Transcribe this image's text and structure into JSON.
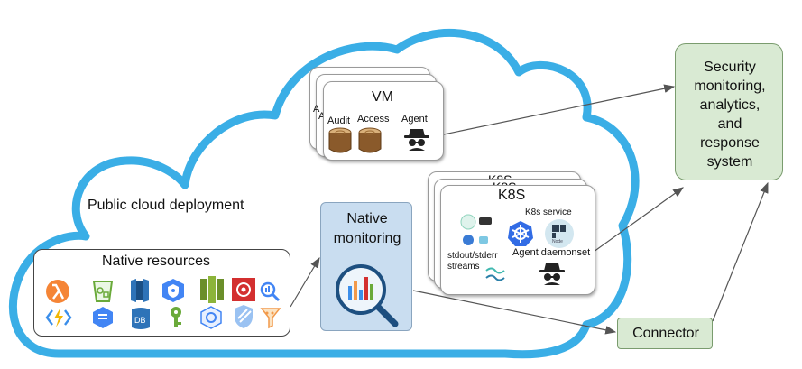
{
  "cloud": {
    "label": "Public cloud deployment"
  },
  "vm": {
    "title": "VM",
    "stack_letters": [
      "A",
      "A"
    ],
    "audit_label": "Audit",
    "access_label": "Access",
    "agent_label": "Agent"
  },
  "k8s": {
    "title": "K8S",
    "stack_titles": [
      "K8S",
      "K8S"
    ],
    "service_label": "K8s service",
    "streams_label_1": "stdout/stderr",
    "streams_label_2": "streams",
    "daemonset_label": "Agent daemonset",
    "node_label": "Node"
  },
  "native_resources": {
    "title": "Native resources"
  },
  "native_monitoring": {
    "title_line1": "Native",
    "title_line2": "monitoring"
  },
  "security": {
    "lines": [
      "Security",
      "monitoring,",
      "analytics,",
      "and",
      "response",
      "system"
    ]
  },
  "connector": {
    "label": "Connector"
  },
  "colors": {
    "cloud_stroke": "#3aaee6",
    "native_monitoring_fill": "#c9ddf0",
    "security_fill": "#d9ead3",
    "connector_fill": "#d9ead3",
    "arrow": "#555555"
  }
}
